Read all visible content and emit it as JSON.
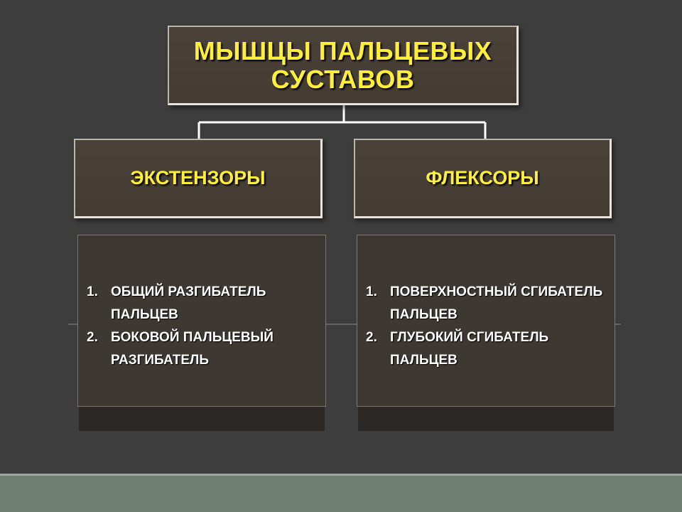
{
  "diagram": {
    "title": "МЫШЦЫ  ПАЛЬЦЕВЫХ СУСТАВОВ",
    "categories": [
      {
        "label": "ЭКСТЕНЗОРЫ",
        "items": [
          {
            "num": "1.",
            "text": "ОБЩИЙ РАЗГИБАТЕЛЬ ПАЛЬЦЕВ"
          },
          {
            "num": "2.",
            "text": "БОКОВОЙ ПАЛЬЦЕВЫЙ РАЗГИБАТЕЛЬ"
          }
        ]
      },
      {
        "label": "ФЛЕКСОРЫ",
        "items": [
          {
            "num": "1.",
            "text": "ПОВЕРХНОСТНЫЙ СГИБАТЕЛЬ ПАЛЬЦЕВ"
          },
          {
            "num": "2.",
            "text": "ГЛУБОКИЙ СГИБАТЕЛЬ ПАЛЬЦЕВ"
          }
        ]
      }
    ]
  },
  "colors": {
    "background": "#3d3d3d",
    "box_fill": "#4a4238",
    "heading_text": "#ffef3a",
    "list_text": "#ffffff",
    "bottom_band": "#6e7f73"
  }
}
